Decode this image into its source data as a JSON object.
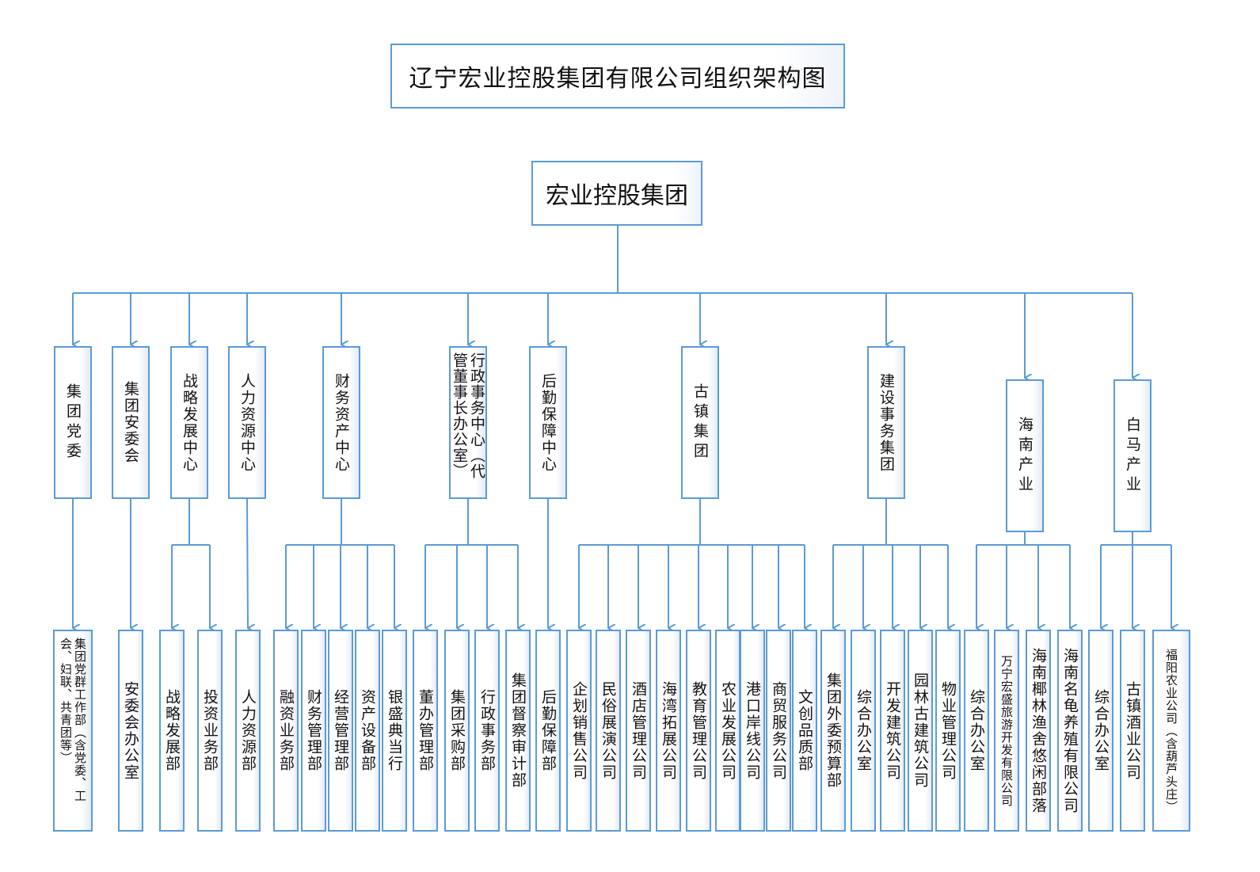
{
  "title": "辽宁宏业控股集团有限公司组织架构图",
  "root": "宏业控股集团",
  "level2": [
    "集团党委",
    "集团安委会",
    "战略发展中心",
    "人力资源中心",
    "财务资产中心",
    "行政事务中心（代管董事长办公室）",
    "后勤保障中心",
    "古镇集团",
    "建设事务集团",
    "海南产业",
    "白马产业"
  ],
  "leaves": [
    "集团党群工作部（含党委、工会、妇联、共青团等）",
    "安委会办公室",
    "战略发展部",
    "投资业务部",
    "人力资源部",
    "融资业务部",
    "财务管理部",
    "经营管理部",
    "资产设备部",
    "银盛典当行",
    "董办管理部",
    "集团采购部",
    "行政事务部",
    "集团督察审计部",
    "后勤保障部",
    "企划销售公司",
    "民俗展演公司",
    "酒店管理公司",
    "海湾拓展公司",
    "教育管理公司",
    "农业发展公司",
    "港口岸线公司",
    "商贸服务公司",
    "文创品质部",
    "集团外委预算部",
    "综合办公室",
    "开发建筑公司",
    "园林古建筑公司",
    "物业管理公司",
    "综合办公室",
    "万宁宏盛旅游开发有限公司",
    "海南椰林渔舍悠闲部落",
    "海南名龟养殖有限公司",
    "综合办公室",
    "古镇酒业公司",
    "福阳农业公司（含葫芦头庄）"
  ],
  "colors": {
    "line": "#5b9bd5",
    "border": "#5b9bd5",
    "text": "#111111"
  }
}
